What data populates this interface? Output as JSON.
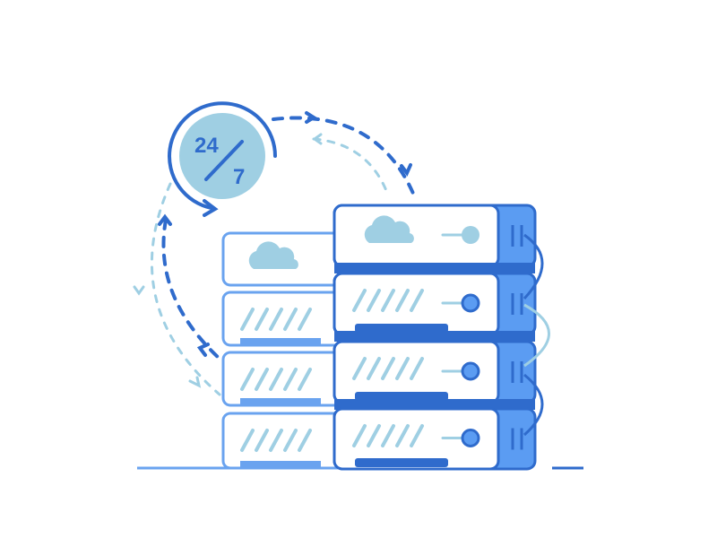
{
  "illustration": {
    "badge": {
      "hours": "24",
      "days": "7"
    },
    "colors": {
      "dark": "#2f6bcc",
      "mid": "#5b9cf2",
      "light": "#9fcfe3",
      "back": "#6aa3ef"
    },
    "front_units": [
      "cloud",
      "drive",
      "drive",
      "drive"
    ],
    "back_units": [
      "cloud",
      "drive",
      "drive",
      "drive"
    ]
  }
}
